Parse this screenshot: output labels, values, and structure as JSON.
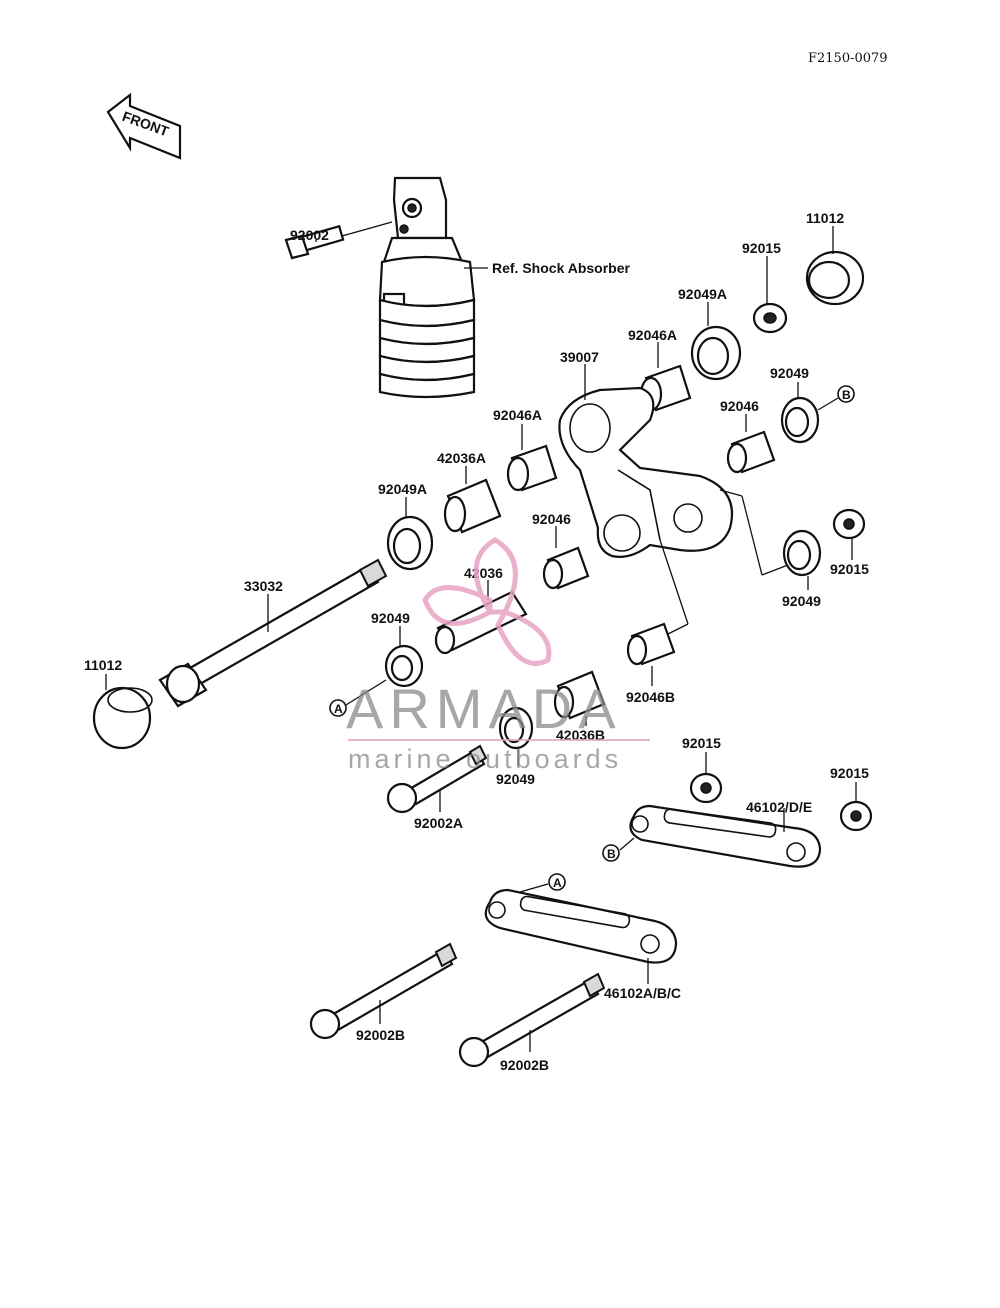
{
  "diagram_code": "F2150-0079",
  "front_arrow_label": "FRONT",
  "ref_label": "Ref. Shock Absorber",
  "labels": {
    "l_92002_top": "92002",
    "l_11012_right": "11012",
    "l_92015_a": "92015",
    "l_92049A_right": "92049A",
    "l_92046A_right": "92046A",
    "l_39007": "39007",
    "l_92049_b": "92049",
    "l_92046_right": "92046",
    "l_92046A_left": "92046A",
    "l_42036A": "42036A",
    "l_92049A_left": "92049A",
    "l_92046_mid": "92046",
    "l_92015_b": "92015",
    "l_92049_c": "92049",
    "l_33032": "33032",
    "l_42036": "42036",
    "l_92049_left": "92049",
    "l_11012_left": "11012",
    "l_92046B": "92046B",
    "l_42036B": "42036B",
    "l_92049_low": "92049",
    "l_92002A": "92002A",
    "l_92015_c": "92015",
    "l_92015_d": "92015",
    "l_46102DE": "46102/D/E",
    "l_46102ABC": "46102A/B/C",
    "l_92002B_left": "92002B",
    "l_92002B_right": "92002B"
  },
  "callouts": {
    "a": "A",
    "b": "B"
  },
  "watermark": {
    "title": "ARMADA",
    "subtitle": "marine outboards",
    "color": "#e8a3c4"
  }
}
